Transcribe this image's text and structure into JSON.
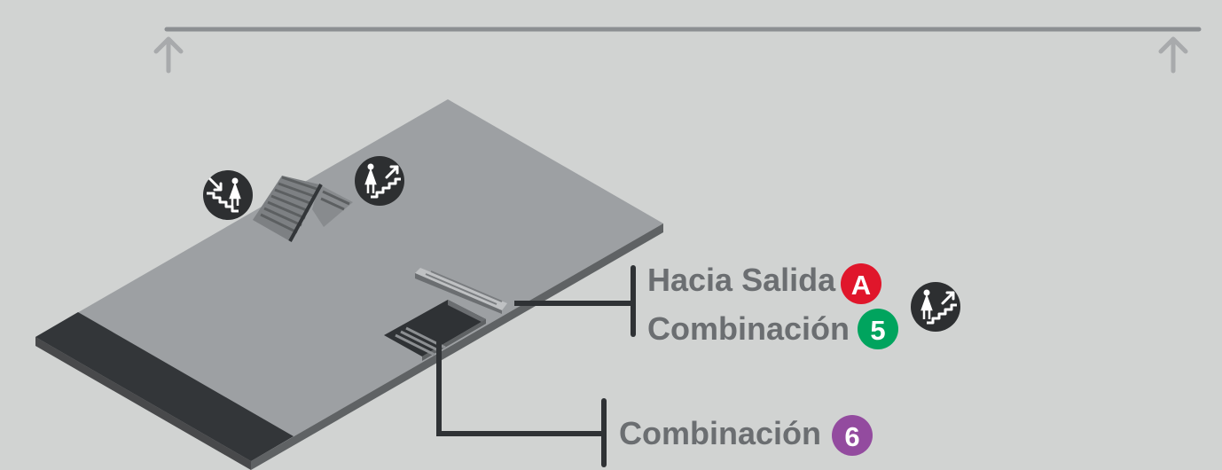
{
  "colors": {
    "background": "#d1d3d2",
    "platform_top": "#9da0a3",
    "platform_side": "#5f6264",
    "platform_front": "#48494b",
    "dark_strip": "#333639",
    "connector": "#2f3235",
    "label_text": "#6b6e71",
    "top_line": "#8c8f92",
    "line_a": "#e0162b",
    "line_5": "#00a45e",
    "line_6": "#934b9f",
    "icon_bg": "#2d2f31"
  },
  "exits": [
    {
      "label": "Hacia Salida",
      "badge": "A",
      "badge_color": "#e0162b"
    },
    {
      "label": "Combinación",
      "badge": "5",
      "badge_color": "#00a45e"
    },
    {
      "label": "Combinación",
      "badge": "6",
      "badge_color": "#934b9f"
    }
  ],
  "icons": {
    "stairs_down": "stairs-down-icon",
    "stairs_up": "stairs-up-icon",
    "arrow_up": "arrow-up-icon"
  }
}
